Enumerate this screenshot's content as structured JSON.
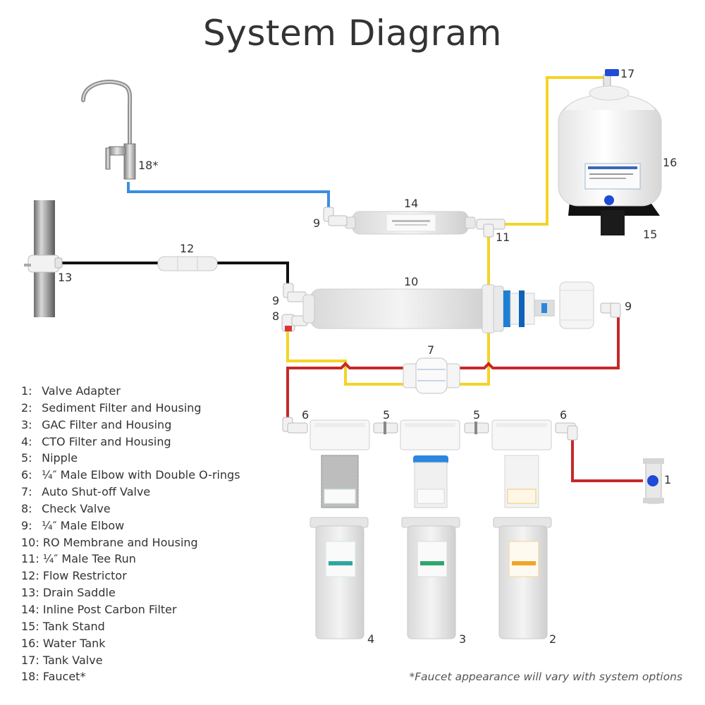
{
  "title": "System Diagram",
  "footnote": "*Faucet appearance will vary with system options",
  "colors": {
    "blue_tube": "#3a8ee0",
    "yellow_tube": "#f4d327",
    "red_tube": "#c62828",
    "black_tube": "#111111"
  },
  "callouts": {
    "c1": "1",
    "c2": "2",
    "c3": "3",
    "c4": "4",
    "c5a": "5",
    "c5b": "5",
    "c6a": "6",
    "c6b": "6",
    "c7": "7",
    "c8": "8",
    "c9a": "9",
    "c9b": "9",
    "c9c": "9",
    "c10": "10",
    "c11": "11",
    "c12": "12",
    "c13": "13",
    "c14": "14",
    "c15": "15",
    "c16": "16",
    "c17": "17",
    "c18": "18*"
  },
  "legend": [
    {
      "num": "1:",
      "text": "Valve Adapter"
    },
    {
      "num": "2:",
      "text": "Sediment Filter and Housing"
    },
    {
      "num": "3:",
      "text": "GAC Filter and Housing"
    },
    {
      "num": "4:",
      "text": "CTO Filter and Housing"
    },
    {
      "num": "5:",
      "text": "Nipple"
    },
    {
      "num": "6:",
      "text": "¼″ Male Elbow with Double O-rings"
    },
    {
      "num": "7:",
      "text": "Auto Shut-off Valve"
    },
    {
      "num": "8:",
      "text": "Check Valve"
    },
    {
      "num": "9:",
      "text": "¼″ Male Elbow"
    },
    {
      "num": "10:",
      "text": "RO Membrane and Housing"
    },
    {
      "num": "11:",
      "text": "¼″ Male Tee Run"
    },
    {
      "num": "12:",
      "text": "Flow Restrictor"
    },
    {
      "num": "13:",
      "text": "Drain Saddle"
    },
    {
      "num": "14:",
      "text": "Inline Post Carbon Filter"
    },
    {
      "num": "15:",
      "text": "Tank Stand"
    },
    {
      "num": "16:",
      "text": "Water Tank"
    },
    {
      "num": "17:",
      "text": "Tank Valve"
    },
    {
      "num": "18:",
      "text": "Faucet*"
    }
  ]
}
